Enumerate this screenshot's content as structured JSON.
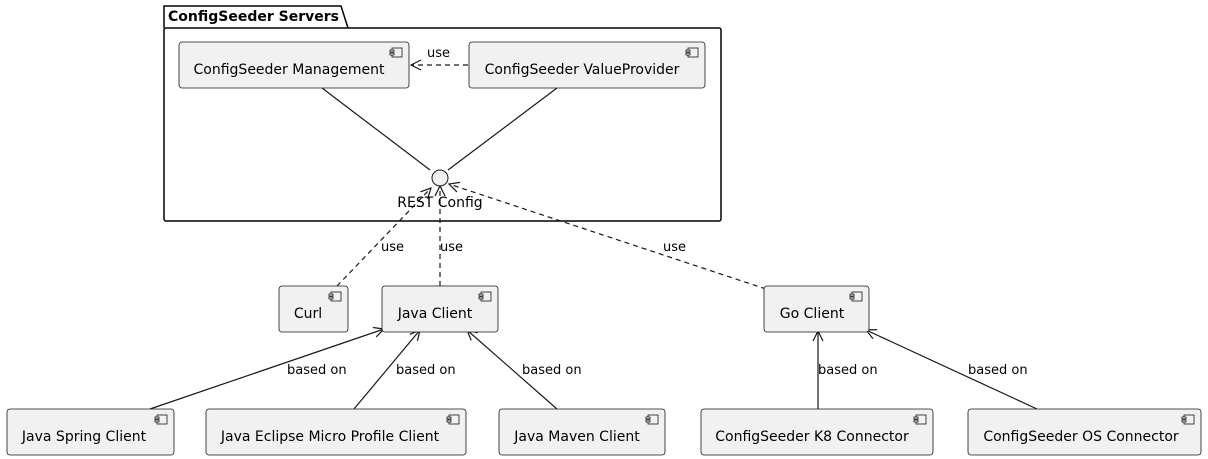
{
  "package": {
    "title": "ConfigSeeder Servers"
  },
  "interface": {
    "label": "REST Config"
  },
  "components": {
    "management": "ConfigSeeder Management",
    "valueprovider": "ConfigSeeder ValueProvider",
    "curl": "Curl",
    "java_client": "Java Client",
    "go_client": "Go Client",
    "java_spring": "Java Spring Client",
    "java_eclipse": "Java Eclipse Micro Profile Client",
    "java_maven": "Java Maven Client",
    "k8_connector": "ConfigSeeder K8 Connector",
    "os_connector": "ConfigSeeder OS Connector"
  },
  "edges": {
    "valueprovider_uses_management": "use",
    "curl_uses_rest": "use",
    "java_uses_rest": "use",
    "go_uses_rest": "use",
    "spring_based_on": "based on",
    "eclipse_based_on": "based on",
    "maven_based_on": "based on",
    "k8_based_on": "based on",
    "os_based_on": "based on"
  },
  "colors": {
    "component_fill": "#F1F1F1",
    "component_stroke": "#181818",
    "line": "#181818"
  }
}
